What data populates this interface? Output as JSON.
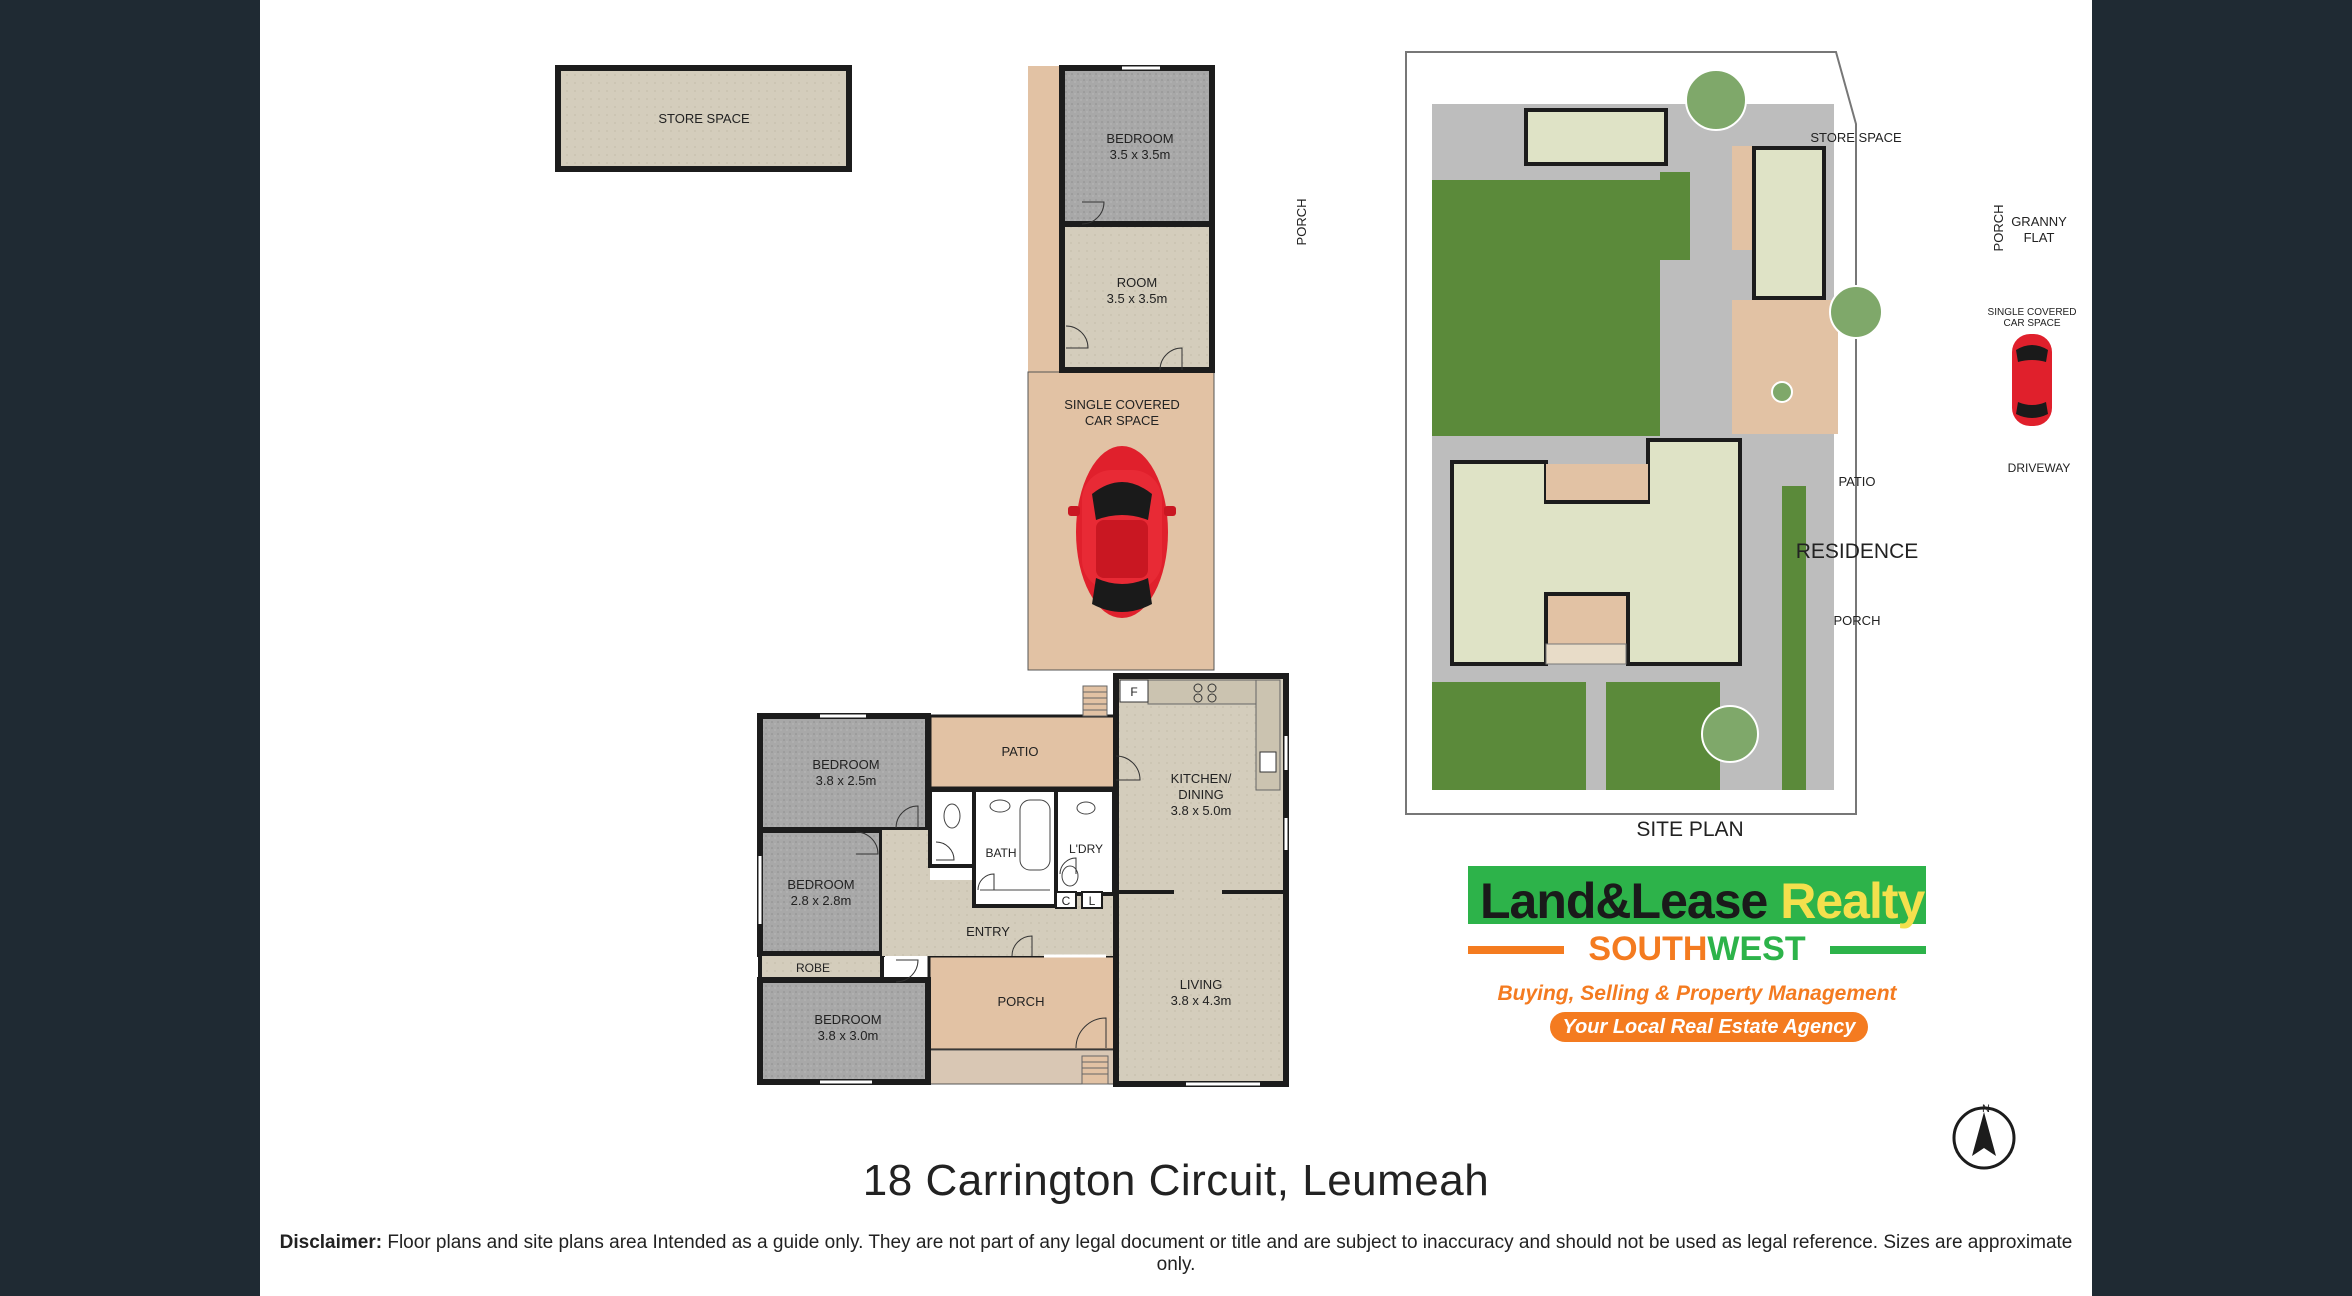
{
  "address": "18 Carrington Circuit, Leumeah",
  "disclaimer": {
    "label": "Disclaimer:",
    "text": "Floor plans and site plans area Intended as a guide only. They are not part of any legal document or title and are subject to inaccuracy and should not be used as legal reference. Sizes are approximate only."
  },
  "floor_plan": {
    "store_space": "STORE SPACE",
    "granny_bedroom": "BEDROOM",
    "granny_bedroom_size": "3.5 x 3.5m",
    "granny_room": "ROOM",
    "granny_room_size": "3.5 x 3.5m",
    "granny_porch": "PORCH",
    "carport_line1": "SINGLE COVERED",
    "carport_line2": "CAR SPACE",
    "bedroom1": "BEDROOM",
    "bedroom1_size": "3.8 x 2.5m",
    "bedroom2": "BEDROOM",
    "bedroom2_size": "2.8 x 2.8m",
    "robe": "ROBE",
    "bedroom3": "BEDROOM",
    "bedroom3_size": "3.8 x 3.0m",
    "patio": "PATIO",
    "bath": "BATH",
    "laundry": "L'DRY",
    "cupboard": "C",
    "linen": "L",
    "entry": "ENTRY",
    "porch": "PORCH",
    "kitchen_line1": "KITCHEN/",
    "kitchen_line2": "DINING",
    "kitchen_size": "3.8 x 5.0m",
    "fridge": "F",
    "living": "LIVING",
    "living_size": "3.8 x 4.3m"
  },
  "site_plan": {
    "title": "SITE PLAN",
    "store_space": "STORE SPACE",
    "porch_side": "PORCH",
    "granny_line1": "GRANNY",
    "granny_line2": "FLAT",
    "carport_line1": "SINGLE COVERED",
    "carport_line2": "CAR SPACE",
    "driveway": "DRIVEWAY",
    "patio": "PATIO",
    "residence": "RESIDENCE",
    "porch": "PORCH"
  },
  "logo": {
    "name_part1": "Land&Lease",
    "name_part2": " Realty",
    "south": "SOUTH",
    "west": "WEST",
    "tagline": "Buying, Selling & Property Management",
    "pill": "Your Local Real Estate Agency"
  },
  "compass_letter": "N",
  "colors": {
    "background": "#1f2a33",
    "wall": "#1c1c1c",
    "floor_beige": "#d6cfbe",
    "carpet_grey": "#a9a9a9",
    "outdoor_tan": "#e2c2a4",
    "lawn": "#5b8a3a",
    "residence_fill": "#dfe3c6",
    "car_red": "#e0202c",
    "logo_green": "#2db34a",
    "logo_orange": "#f47b20",
    "logo_yellow": "#f4e04d"
  }
}
